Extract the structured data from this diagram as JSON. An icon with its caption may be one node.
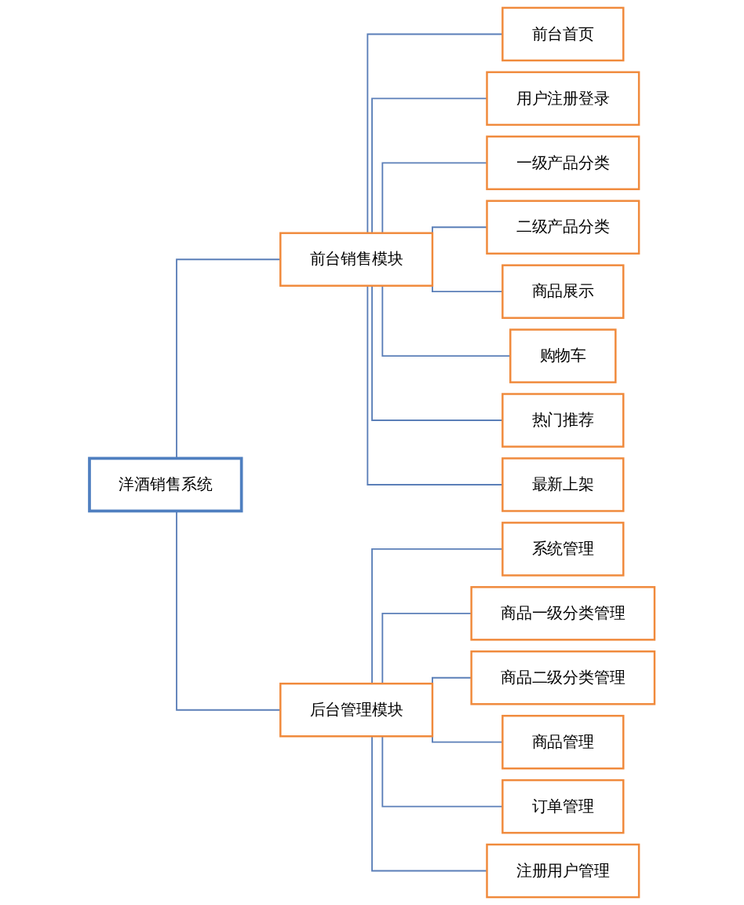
{
  "diagram": {
    "nodes": [
      {
        "text": [
          "洋酒销售系统"
        ]
      },
      {
        "text": [
          "前台销售模块"
        ]
      },
      {
        "text": [
          "后台管理模块"
        ]
      },
      {
        "text": [
          "前台首页"
        ]
      },
      {
        "text": [
          "用户注册登录"
        ]
      },
      {
        "text": [
          "一级产品分类"
        ]
      },
      {
        "text": [
          "二级产品分类"
        ]
      },
      {
        "text": [
          "商品展示"
        ]
      },
      {
        "text": [
          "购物车"
        ]
      },
      {
        "text": [
          "热门推荐"
        ]
      },
      {
        "text": [
          "最新上架"
        ]
      },
      {
        "text": [
          "系统管理"
        ]
      },
      {
        "text": [
          "商品一级分类管理"
        ]
      },
      {
        "text": [
          "商品二级分类管理"
        ]
      },
      {
        "text": [
          "商品管理"
        ]
      },
      {
        "text": [
          "订单管理"
        ]
      },
      {
        "text": [
          "注册用户管理"
        ]
      }
    ],
    "edges": [
      {
        "from": 0,
        "to": 1,
        "arrow": "none"
      },
      {
        "from": 0,
        "to": 2,
        "arrow": "none"
      },
      {
        "from": 1,
        "to": 3,
        "arrow": "none"
      },
      {
        "from": 1,
        "to": 4,
        "arrow": "none"
      },
      {
        "from": 1,
        "to": 5,
        "arrow": "none"
      },
      {
        "from": 1,
        "to": 6,
        "arrow": "none"
      },
      {
        "from": 1,
        "to": 7,
        "arrow": "none"
      },
      {
        "from": 1,
        "to": 8,
        "arrow": "none"
      },
      {
        "from": 1,
        "to": 9,
        "arrow": "none"
      },
      {
        "from": 1,
        "to": 10,
        "arrow": "none"
      },
      {
        "from": 2,
        "to": 11,
        "arrow": "none"
      },
      {
        "from": 2,
        "to": 12,
        "arrow": "none"
      },
      {
        "from": 2,
        "to": 13,
        "arrow": "none"
      },
      {
        "from": 2,
        "to": 14,
        "arrow": "none"
      },
      {
        "from": 2,
        "to": 15,
        "arrow": "none"
      },
      {
        "from": 2,
        "to": 16,
        "arrow": "none"
      }
    ]
  }
}
